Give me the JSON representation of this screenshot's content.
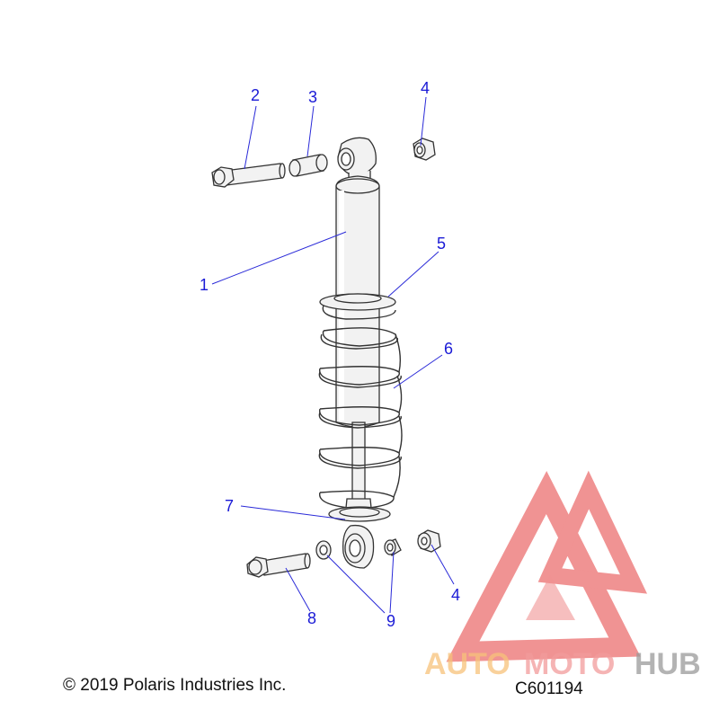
{
  "diagram": {
    "callouts": [
      {
        "label": "1",
        "part": "shock body"
      },
      {
        "label": "2",
        "part": "upper bolt"
      },
      {
        "label": "3",
        "part": "sleeve"
      },
      {
        "label": "4",
        "part": "upper nut"
      },
      {
        "label": "5",
        "part": "spring retainer"
      },
      {
        "label": "6",
        "part": "spring"
      },
      {
        "label": "7",
        "part": "lower retainer"
      },
      {
        "label": "8",
        "part": "lower bolt"
      },
      {
        "label": "9",
        "part": "bushings"
      },
      {
        "label": "4",
        "part": "lower nut"
      }
    ],
    "colors": {
      "callout": "#1a1ad6",
      "line": "#333333",
      "part_fill": "#f2f2f2"
    }
  },
  "footer": {
    "copyright": "© 2019 Polaris Industries Inc.",
    "diagram_code": "C601194"
  },
  "watermark": {
    "word_auto": "AUTO",
    "word_moto": "MOTO",
    "word_hub": "HUB",
    "colors": {
      "auto": "#f7c27a",
      "moto": "#f29b9b",
      "hub": "#9a9a9a",
      "triangle": "#e53b3b"
    }
  }
}
